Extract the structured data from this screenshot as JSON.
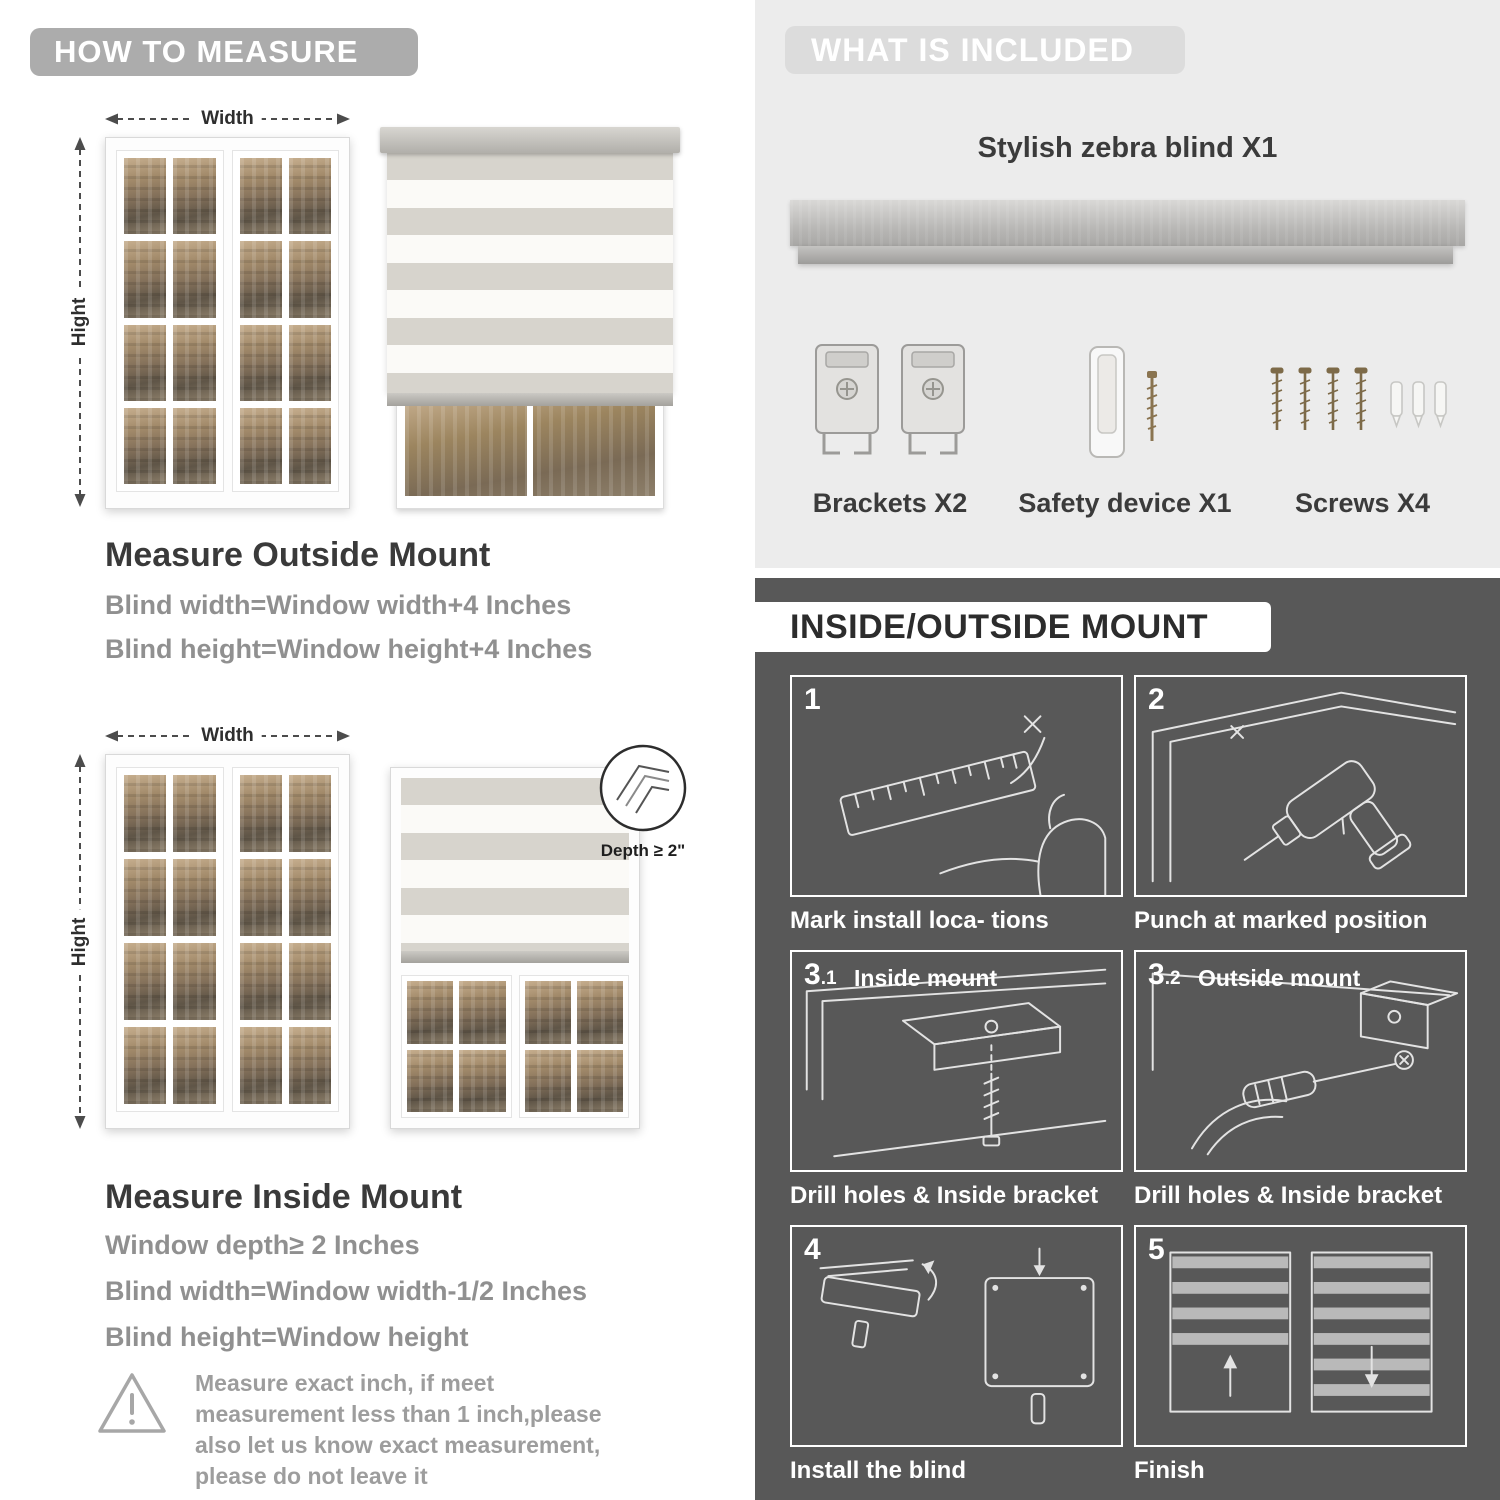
{
  "colors": {
    "left_banner_gray": "#acacac",
    "included_panel_gray": "#ececec",
    "mount_panel_gray": "#585858",
    "heading_dark": "#3a3a3a",
    "body_text_gray": "#909090",
    "photo_brick": "#a28a6a"
  },
  "left": {
    "header": "HOW TO MEASURE",
    "outside": {
      "width_label": "Width",
      "height_label": "Hight",
      "title": "Measure Outside Mount",
      "lines": [
        "Blind width=Window width+4 Inches",
        "Blind height=Window height+4 Inches"
      ]
    },
    "inside": {
      "width_label": "Width",
      "height_label": "Hight",
      "depth_label": "Depth ≥ 2\"",
      "title": "Measure Inside Mount",
      "lines": [
        "Window depth≥ 2 Inches",
        "Blind width=Window width-1/2 Inches",
        "Blind height=Window height"
      ]
    },
    "warning_text": "Measure exact inch, if meet measurement less than 1 inch,please also let us know exact measurement, please do not leave it"
  },
  "right": {
    "included": {
      "header": "WHAT IS INCLUDED",
      "blind_label": "Stylish zebra blind X1",
      "items": [
        {
          "name": "brackets",
          "label": "Brackets X2"
        },
        {
          "name": "safety-device",
          "label": "Safety device X1"
        },
        {
          "name": "screws",
          "label": "Screws X4"
        }
      ]
    },
    "mount": {
      "header": "INSIDE/OUTSIDE MOUNT",
      "steps": [
        {
          "num": "1",
          "caption": "Mark install loca- tions"
        },
        {
          "num": "2",
          "caption": "Punch at  marked position"
        },
        {
          "num": "3",
          "num_sub": ".1",
          "inset": "Inside mount",
          "caption": "Drill holes &  Inside bracket"
        },
        {
          "num": "3",
          "num_sub": ".2",
          "inset": "Outside mount",
          "caption": "Drill holes &  Inside bracket"
        },
        {
          "num": "4",
          "caption": "Install the blind"
        },
        {
          "num": "5",
          "caption": "Finish"
        }
      ]
    }
  }
}
